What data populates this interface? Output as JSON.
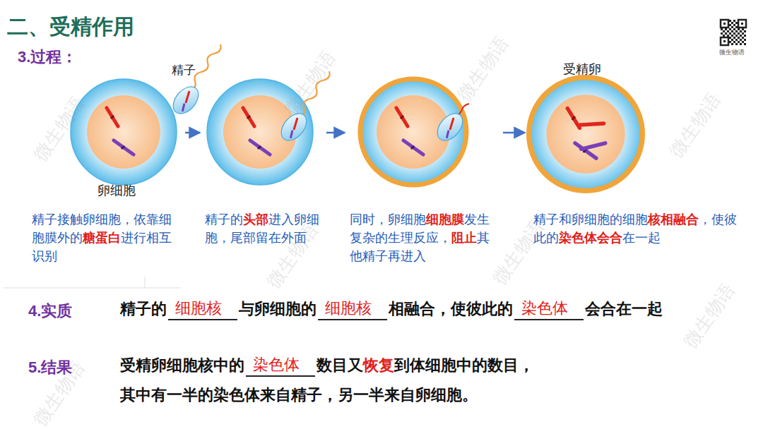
{
  "diagram": {
    "title": "二、受精作用",
    "nodes": [
      {
        "text": [
          "卵细胞",
          "精子接触卵细胞，依靠细胞膜外的糖蛋白进行相互识别"
        ]
      },
      {
        "text": [
          "精子的头部进入卵细胞，尾部留在外面"
        ]
      },
      {
        "text": [
          "同时，卵细胞细胞膜发生复杂的生理反应，阻止其他精子再进入"
        ]
      },
      {
        "text": [
          "受精卵",
          "精子和卵细胞的细胞核相融合，使彼此的染色体会合在一起"
        ]
      }
    ],
    "edges": [
      {
        "from": 0,
        "to": 1,
        "arrow": "to"
      },
      {
        "from": 1,
        "to": 2,
        "arrow": "to"
      },
      {
        "from": 2,
        "to": 3,
        "arrow": "to"
      }
    ],
    "labels": [
      "3.过程：",
      "精子",
      "4.实质",
      "精子的",
      "细胞核",
      "与卵细胞的",
      "细胞核",
      "相融合，使彼此的",
      "染色体",
      "会合在一起",
      "5.结果",
      "受精卵细胞核中的",
      "染色体",
      "数目又",
      "恢复",
      "到体细胞中的数目，",
      "其中有一半的染色体来自精子，另一半来自卵细胞。",
      "微生物语",
      "微生物语",
      "微生物语",
      "微生物语",
      "微生物语",
      "微生物语",
      "微生物语",
      "微生物语",
      "微生物语"
    ]
  }
}
